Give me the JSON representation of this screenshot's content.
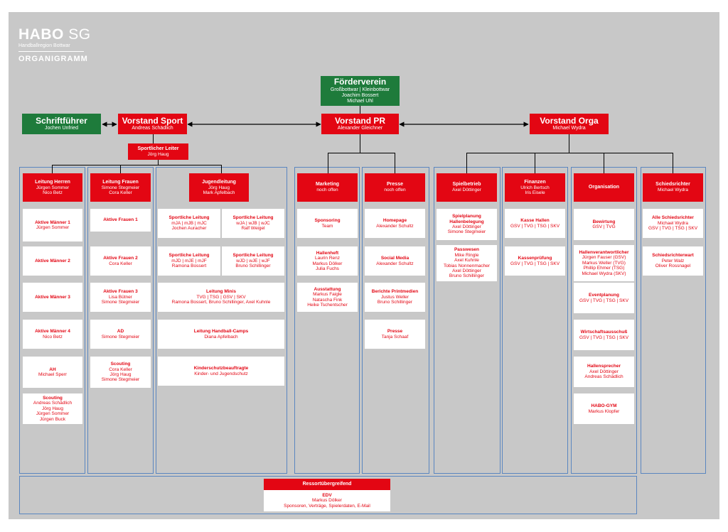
{
  "logo": {
    "brand": "HABO",
    "brand_suffix": "SG",
    "subtitle": "Handballregion Bottwar",
    "title": "ORGANIGRAMM"
  },
  "foerderverein": {
    "title": "Förderverein",
    "lines": [
      "Großbottwar | Kleinbottwar",
      "Joachim Bossert",
      "Michael Uhl"
    ]
  },
  "schriftfuehrer": {
    "title": "Schriftführer",
    "sub": "Jochen Unfried"
  },
  "vorstand_sport": {
    "title": "Vorstand Sport",
    "sub": "Andreas Schädlich"
  },
  "vorstand_pr": {
    "title": "Vorstand PR",
    "sub": "Alexander Gleichner"
  },
  "vorstand_orga": {
    "title": "Vorstand Orga",
    "sub": "Michael Wydra"
  },
  "sportlicher_leiter": {
    "title": "Sportlicher Leiter",
    "sub": "Jörg Haug"
  },
  "heads": {
    "herren": {
      "title": "Leitung Herren",
      "lines": [
        "Jürgen Sommer",
        "Nico Betz"
      ]
    },
    "frauen": {
      "title": "Leitung Frauen",
      "lines": [
        "Simone Stegmeier",
        "Cora Keller"
      ]
    },
    "jugend": {
      "title": "Jugendleitung",
      "lines": [
        "Jörg Haug",
        "Mark Apfelbach"
      ]
    },
    "marketing": {
      "title": "Marketing",
      "lines": [
        "noch offen"
      ]
    },
    "presse": {
      "title": "Presse",
      "lines": [
        "noch offen"
      ]
    },
    "spielbetrieb": {
      "title": "Spielbetrieb",
      "lines": [
        "Axel Döttinger"
      ]
    },
    "finanzen": {
      "title": "Finanzen",
      "lines": [
        "Ulrich Bertsch",
        "Iris Eisele"
      ]
    },
    "organisation": {
      "title": "Organisation",
      "lines": []
    },
    "schiedsrichter": {
      "title": "Schiedsrichter",
      "lines": [
        "Michael Wydra"
      ]
    }
  },
  "herren_cards": [
    {
      "title": "Aktive Männer 1",
      "lines": [
        "Jürgen Sommer"
      ]
    },
    {
      "title": "Aktive Männer 2",
      "lines": []
    },
    {
      "title": "Aktive Männer 3",
      "lines": []
    },
    {
      "title": "Aktive Männer 4",
      "lines": [
        "Nico Betz"
      ]
    },
    {
      "title": "AH",
      "lines": [
        "Michael Sperr"
      ]
    },
    {
      "title": "Scouting",
      "lines": [
        "Andreas Schädlich",
        "Jörg Haug",
        "Jürgen Sommer",
        "Jürgen Buck"
      ]
    }
  ],
  "frauen_cards": [
    {
      "title": "Aktive Frauen 1",
      "lines": []
    },
    {
      "title": "Aktive Frauen 2",
      "lines": [
        "Cora Keller"
      ]
    },
    {
      "title": "Aktive Frauen 3",
      "lines": [
        "Lisa Bütner",
        "Simone Stegmeier"
      ]
    },
    {
      "title": "AD",
      "lines": [
        "Simone Stegmeier"
      ]
    },
    {
      "title": "Scouting",
      "lines": [
        "Cora Keller",
        "Jörg Haug",
        "Simone Stegmeier"
      ]
    }
  ],
  "jugend_cards": [
    {
      "title": "Sportliche Leitung",
      "lines": [
        "mJA | mJB | mJC",
        "Jochen Auracher"
      ]
    },
    {
      "title": "Sportliche Leitung",
      "lines": [
        "wJA | wJB | wJC",
        "Ralf Weigel"
      ]
    },
    {
      "title": "Sportliche Leitung",
      "lines": [
        "mJD | mJE | mJF",
        "Ramona Bossert"
      ]
    },
    {
      "title": "Sportliche Leitung",
      "lines": [
        "wJD | wJE | wJF",
        "Bruno Schillinger"
      ]
    },
    {
      "title": "Leitung Minis",
      "lines": [
        "TVG | TSG | GSV | SKV",
        "Ramona Bossert, Bruno Schillinger, Axel Kuhnle"
      ]
    },
    {
      "title": "Leitung Handball-Camps",
      "lines": [
        "Diana Apfelbach"
      ]
    },
    {
      "title": "Kinderschutzbeauftragte",
      "lines": [
        "Kinder- und Jugendschutz"
      ]
    }
  ],
  "marketing_cards": [
    {
      "title": "Sponsoring",
      "lines": [
        "Team"
      ]
    },
    {
      "title": "Hallenheft",
      "lines": [
        "Laurin Renz",
        "Markus Dölker",
        "Julia Fuchs"
      ]
    },
    {
      "title": "Ausstattung",
      "lines": [
        "Markus Faigle",
        "Natascha Fink",
        "Heike Tschentscher"
      ]
    }
  ],
  "presse_cards": [
    {
      "title": "Homepage",
      "lines": [
        "Alexander Schultz"
      ]
    },
    {
      "title": "Social Media",
      "lines": [
        "Alexander Schultz"
      ]
    },
    {
      "title": "Berichte Printmedien",
      "lines": [
        "Justus Weller",
        "Bruno Schillinger"
      ]
    },
    {
      "title": "Presse",
      "lines": [
        "Tanja Schaaf"
      ]
    }
  ],
  "spielbetrieb_cards": [
    {
      "title": "Spielplanung",
      "lines": [
        "Hallenbelegung",
        "Axel Döttinger",
        "Simone Stegmeier"
      ],
      "bold_first": true
    },
    {
      "title": "Passwesen",
      "lines": [
        "Mike Ringle",
        "Axel Kuhnle",
        "Tobias Nonnenmacher",
        "Axel Döttinger",
        "Bruno Schillinger"
      ]
    }
  ],
  "finanzen_cards": [
    {
      "title": "Kasse Hallen",
      "lines": [
        "GSV | TVG | TSG | SKV"
      ]
    },
    {
      "title": "Kassenprüfung",
      "lines": [
        "GSV | TVG | TSG | SKV"
      ]
    }
  ],
  "organisation_cards": [
    {
      "title": "Bewirtung",
      "lines": [
        "GSV | TVG"
      ]
    },
    {
      "title": "Hallenverantwortlicher",
      "lines": [
        "Jürgen Fauser (GSV)",
        "Markus Weller (TVG)",
        "Phillip Ehmer (TSG)",
        "Michael Wydra (SKV)"
      ]
    },
    {
      "title": "Eventplanung",
      "lines": [
        "GSV | TVG | TSG | SKV"
      ]
    },
    {
      "title": "Wirtschaftsausschuß",
      "lines": [
        "GSV | TVG | TSG | SKV"
      ]
    },
    {
      "title": "Hallensprecher",
      "lines": [
        "Axel Döttinger",
        "Andreas Schädlich"
      ]
    },
    {
      "title": "HABO-GYM",
      "lines": [
        "Markus Klopfer"
      ]
    }
  ],
  "schiedsrichter_cards": [
    {
      "title": "Alle Schiedsrichter",
      "lines": [
        "Michael Wydra",
        "GSV | TVG | TSG | SKV"
      ]
    },
    {
      "title": "Schiedsrichterwart",
      "lines": [
        "Peter Walz",
        "Oliver Rossnagel"
      ]
    }
  ],
  "ressort": {
    "header": "Ressortübergreifend",
    "title": "EDV",
    "lines": [
      "Markus Dölker",
      "Sponsoren, Verträge, Spielerdaten, E-Mail"
    ]
  },
  "colors": {
    "red": "#e30613",
    "green": "#1e7b3b",
    "background": "#c8c8c8",
    "column_border": "#5a86c0"
  }
}
